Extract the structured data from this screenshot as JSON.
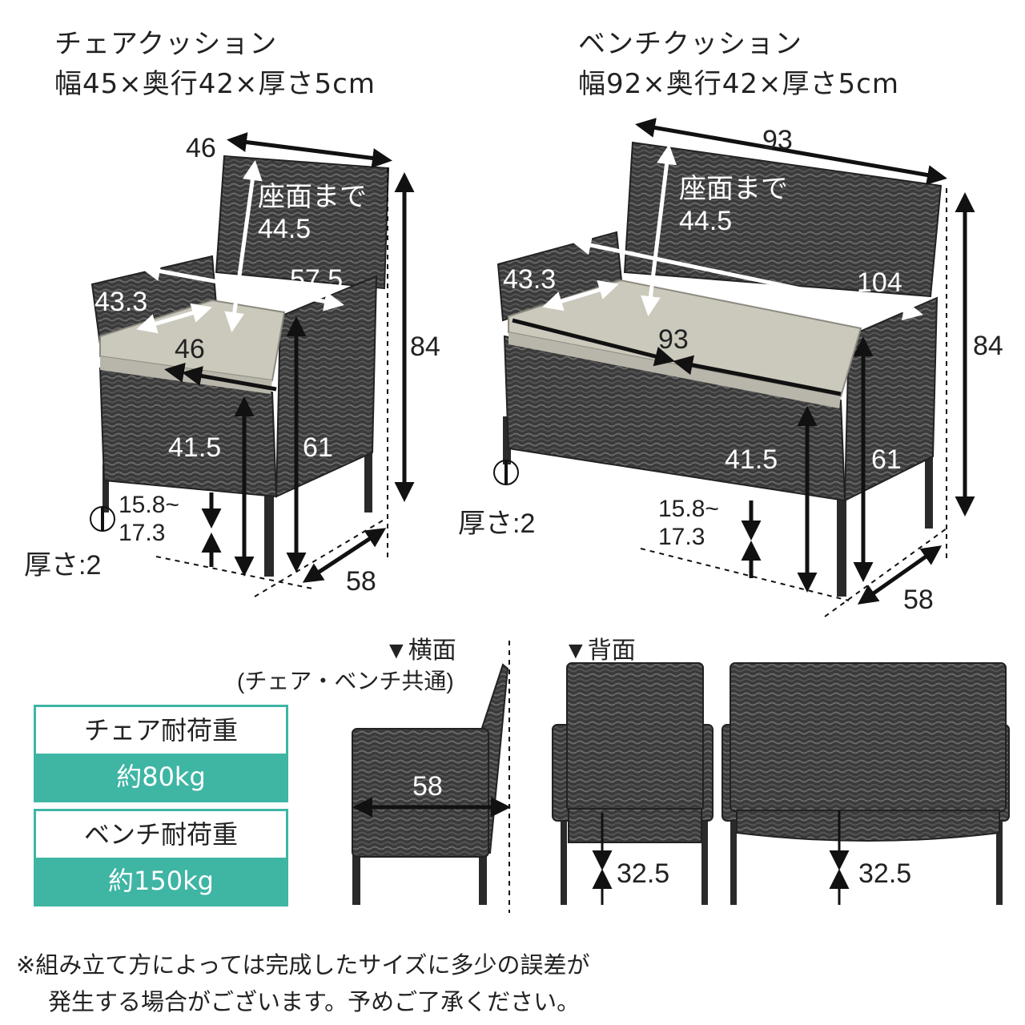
{
  "chair_cushion": {
    "title": "チェアクッション",
    "size": "幅45×奥行42×厚さ5cm"
  },
  "bench_cushion": {
    "title": "ベンチクッション",
    "size": "幅92×奥行42×厚さ5cm"
  },
  "chair_dims": {
    "width_top": "46",
    "seat_label": "座面まで",
    "seat_height": "44.5",
    "arm_width": "57.5",
    "arm_depth": "43.3",
    "seat_width": "46",
    "height": "84",
    "seat_floor": "41.5",
    "arm_height": "61",
    "clearance_1": "15.8~",
    "clearance_2": "17.3",
    "leg_thickness": "厚さ:2",
    "depth": "58"
  },
  "bench_dims": {
    "width_top": "93",
    "seat_label": "座面まで",
    "seat_height": "44.5",
    "arm_width": "104",
    "arm_depth": "43.3",
    "seat_width": "93",
    "height": "84",
    "seat_floor": "41.5",
    "arm_height": "61",
    "clearance_1": "15.8~",
    "clearance_2": "17.3",
    "leg_thickness": "厚さ:2",
    "depth": "58"
  },
  "side_view": {
    "title": "▼横面",
    "subtitle": "(チェア・ベンチ共通)",
    "depth": "58"
  },
  "back_view": {
    "title": "▼背面",
    "chair_gap": "32.5",
    "bench_gap": "32.5"
  },
  "load": {
    "chair_label": "チェア耐荷重",
    "chair_value": "約80kg",
    "bench_label": "ベンチ耐荷重",
    "bench_value": "約150kg"
  },
  "note": {
    "line1": "※組み立て方によっては完成したサイズに多少の誤差が",
    "line2": "発生する場合がございます。予めご了承ください。"
  },
  "colors": {
    "rattan": "#3a3a3a",
    "cushion": "#cbc8bc",
    "accent": "#3fb5a4"
  }
}
